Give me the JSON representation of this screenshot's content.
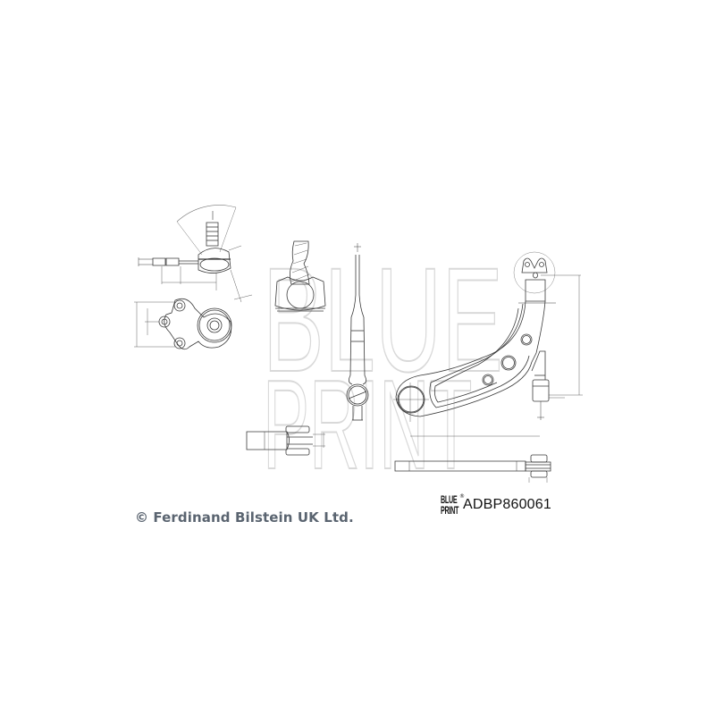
{
  "watermark": {
    "line1": "BLUE",
    "line2": "PRINT",
    "color": "#d9d9d9"
  },
  "footer": {
    "copyright": "© Ferdinand Bilstein UK Ltd.",
    "copyright_color": "#5a6470",
    "brand_logo": {
      "line1": "BLUE",
      "line2": "PRINT",
      "registered_mark": "®"
    },
    "part_number": "ADBP860061"
  },
  "drawing": {
    "line_color": "#3a3a3a",
    "views": [
      "ball-joint-side-view",
      "ball-joint-top-view",
      "ball-joint-cross-section",
      "control-arm-edge-view",
      "bushing-side-view",
      "control-arm-plan-view",
      "control-arm-bottom-view"
    ]
  }
}
